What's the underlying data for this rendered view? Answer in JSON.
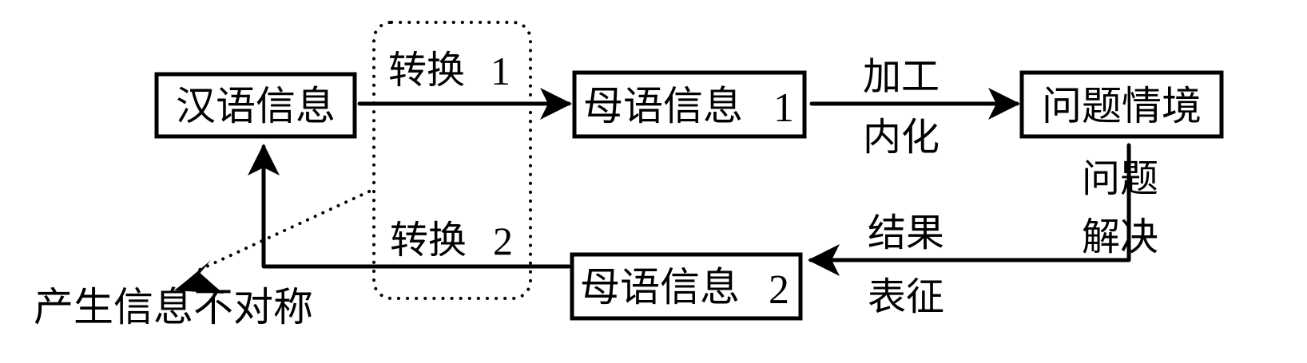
{
  "diagram": {
    "colors": {
      "stroke": "#000000",
      "background": "#ffffff"
    },
    "nodes": {
      "chinese_info": {
        "label": "汉语信息"
      },
      "native_info_1": {
        "label": "母语信息",
        "index": "1"
      },
      "problem_situation": {
        "label": "问题情境"
      },
      "native_info_2": {
        "label": "母语信息",
        "index": "2"
      }
    },
    "edges": {
      "conversion_1": {
        "label": "转换",
        "index": "1"
      },
      "processing": {
        "line1": "加工",
        "line2": "内化"
      },
      "problem_solving": {
        "line1": "问题",
        "line2": "解决"
      },
      "result_representation": {
        "line1": "结果",
        "line2": "表征"
      },
      "conversion_2": {
        "label": "转换",
        "index": "2"
      }
    },
    "annotation": {
      "label": "产生信息不对称"
    }
  }
}
